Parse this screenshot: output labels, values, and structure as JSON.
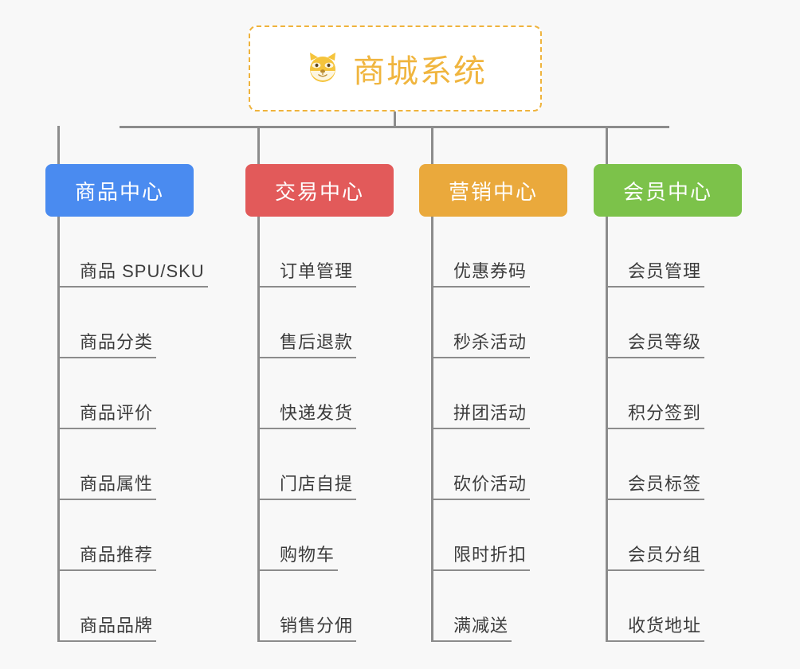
{
  "page": {
    "background_color": "#f8f8f8",
    "type": "mind-map"
  },
  "root": {
    "title": "商城系统",
    "icon": "dog-face-icon",
    "icon_glyph": "🐶",
    "text_color": "#f0b53e",
    "border_color": "#efb33c",
    "background_color": "#ffffff"
  },
  "connector": {
    "color": "#8c8c8c"
  },
  "branches": [
    {
      "label": "商品中心",
      "color": "#4a8bf0",
      "name": "product-center",
      "items": [
        "商品 SPU/SKU",
        "商品分类",
        "商品评价",
        "商品属性",
        "商品推荐",
        "商品品牌"
      ]
    },
    {
      "label": "交易中心",
      "color": "#e25a5a",
      "name": "trade-center",
      "items": [
        "订单管理",
        "售后退款",
        "快递发货",
        "门店自提",
        "购物车",
        "销售分佣"
      ]
    },
    {
      "label": "营销中心",
      "color": "#eaa93c",
      "name": "marketing-center",
      "items": [
        "优惠券码",
        "秒杀活动",
        "拼团活动",
        "砍价活动",
        "限时折扣",
        "满减送"
      ]
    },
    {
      "label": "会员中心",
      "color": "#7cc24a",
      "name": "member-center",
      "items": [
        "会员管理",
        "会员等级",
        "积分签到",
        "会员标签",
        "会员分组",
        "收货地址"
      ]
    }
  ]
}
